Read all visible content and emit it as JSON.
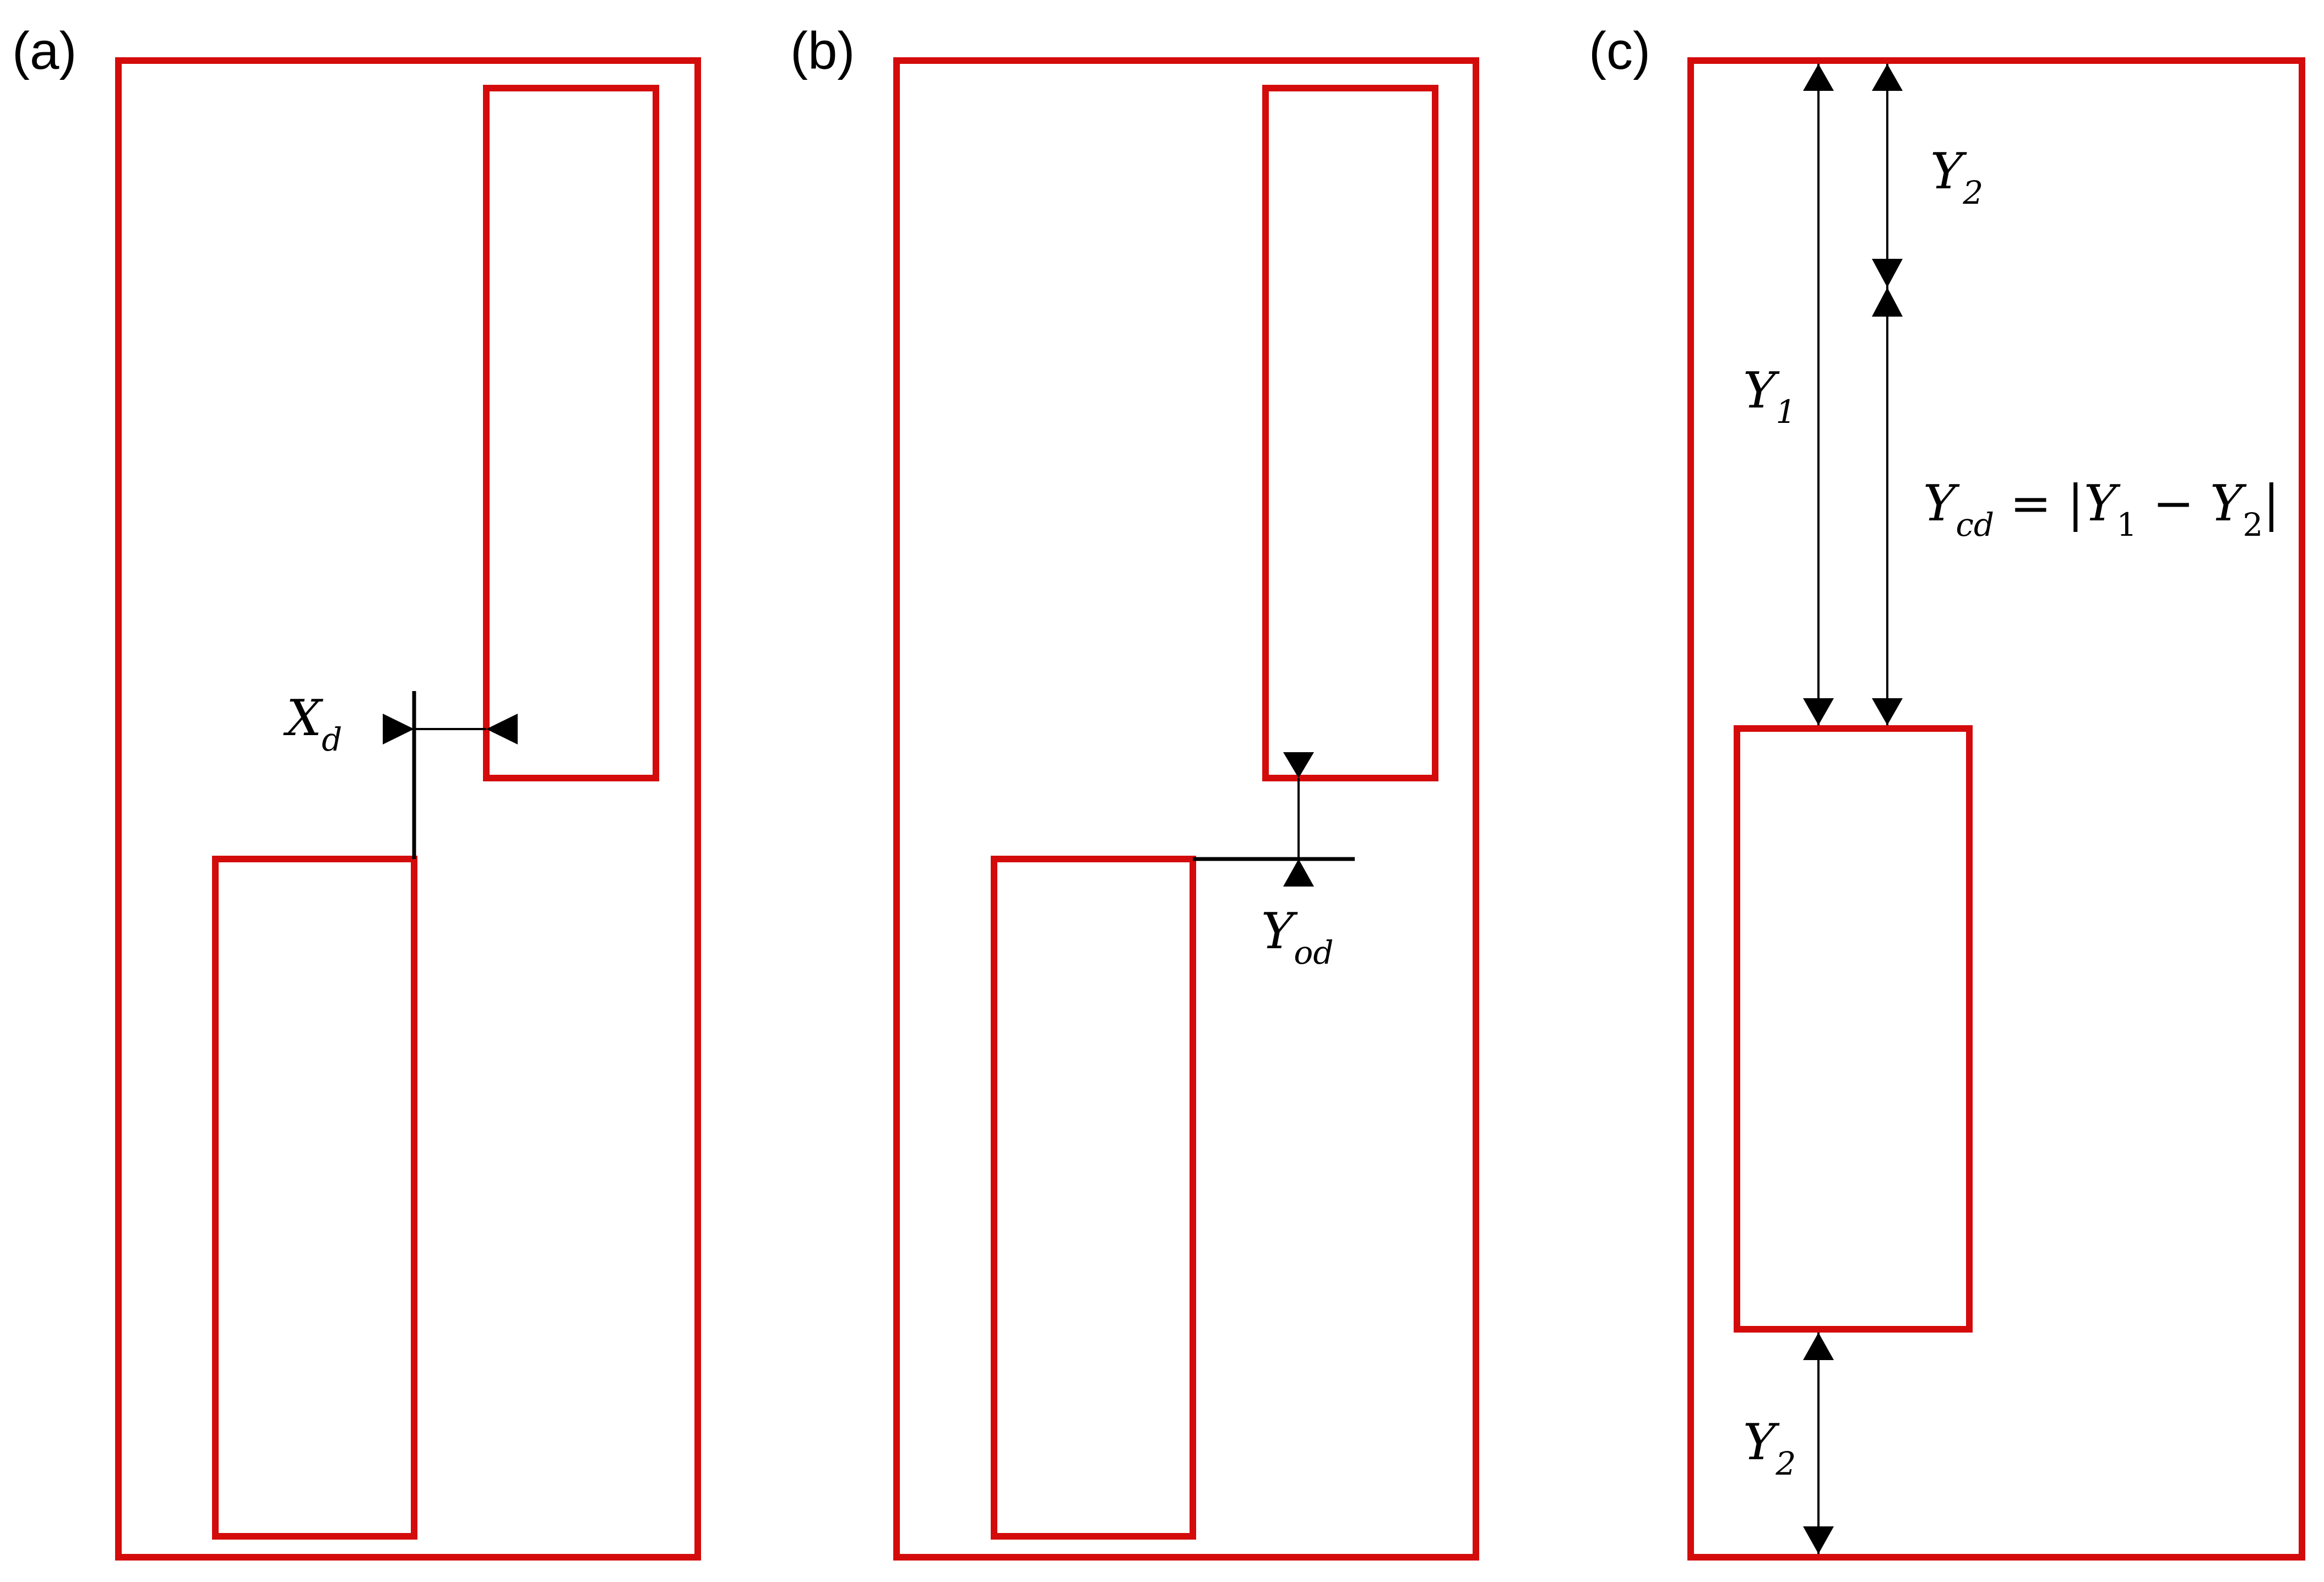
{
  "panels": [
    {
      "id": "a",
      "label": "(a)"
    },
    {
      "id": "b",
      "label": "(b)"
    },
    {
      "id": "c",
      "label": "(c)"
    }
  ],
  "annotations": {
    "xd": {
      "main": "X",
      "sub": "d"
    },
    "yod": {
      "main": "Y",
      "sub": "od"
    },
    "y2_top": {
      "main": "Y",
      "sub": "2"
    },
    "y1": {
      "main": "Y",
      "sub": "1"
    },
    "ycd": {
      "main": "Y",
      "sub": "cd",
      "eq": " = |",
      "y1": "Y",
      "y1sub": "1",
      "minus": " − ",
      "y2": "Y",
      "y2sub": "2",
      "close": "|"
    },
    "y2_bottom": {
      "main": "Y",
      "sub": "2"
    }
  },
  "colors": {
    "box": "#d40b0b",
    "line": "#000000"
  }
}
